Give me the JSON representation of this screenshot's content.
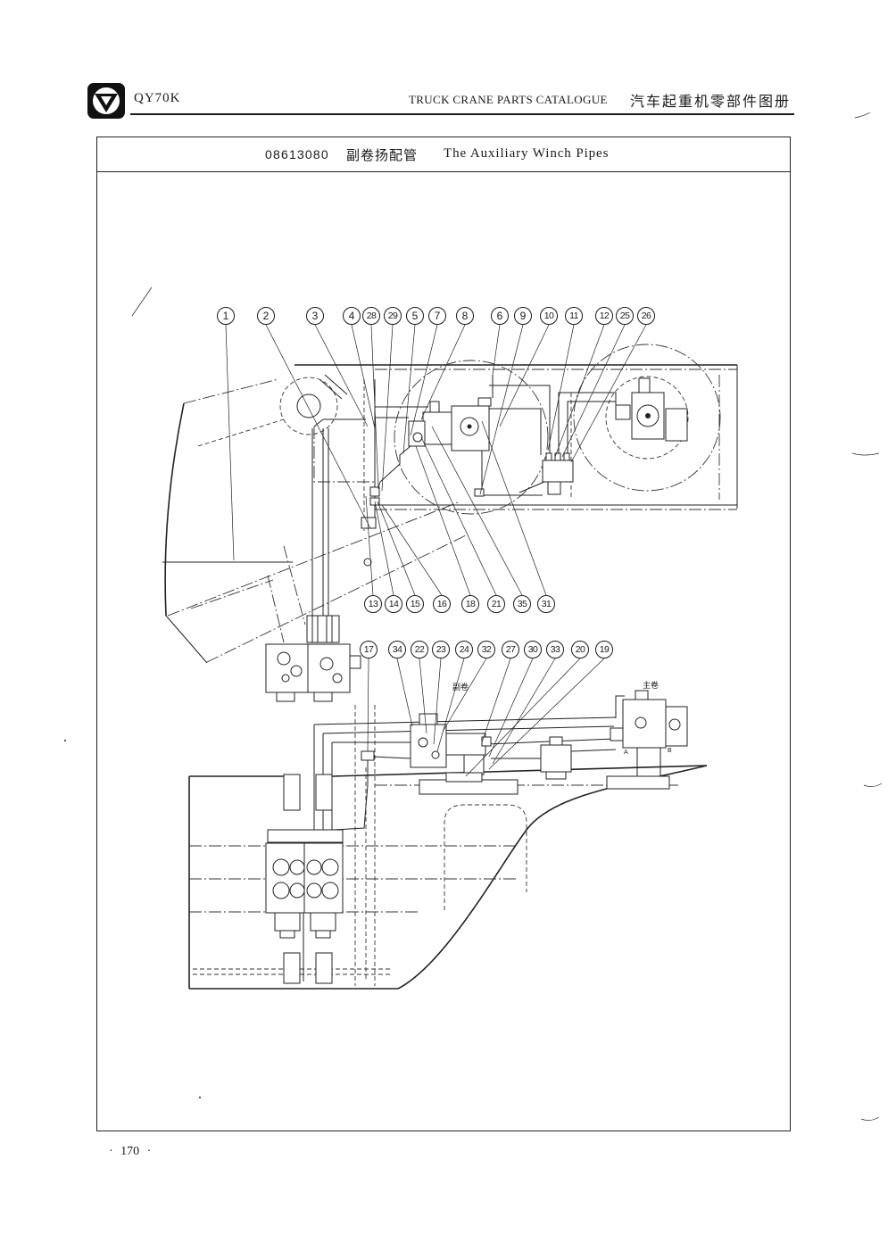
{
  "header": {
    "model": "QY70K",
    "catalogue_en": "TRUCK CRANE PARTS CATALOGUE",
    "catalogue_zh": "汽车起重机零部件图册"
  },
  "section": {
    "code": "08613080",
    "title_zh": "副卷扬配管",
    "title_en": "The Auxiliary Winch Pipes"
  },
  "callouts": {
    "top_row": [
      "1",
      "2",
      "3",
      "4",
      "28",
      "29",
      "5",
      "7",
      "8",
      "6",
      "9",
      "10",
      "11",
      "12",
      "25",
      "26"
    ],
    "middle_row": [
      "13",
      "14",
      "15",
      "16",
      "18",
      "21",
      "35",
      "31"
    ],
    "lower_row": [
      "17",
      "34",
      "22",
      "23",
      "24",
      "32",
      "27",
      "30",
      "33",
      "20",
      "19"
    ]
  },
  "diagram_labels": {
    "aux_winch": "副卷",
    "main_winch": "主卷",
    "port_a": "A",
    "port_b": "B"
  },
  "footer": {
    "page_number": "· 170 ·"
  },
  "colors": {
    "ink": "#1a1a1a",
    "paper": "#ffffff"
  }
}
